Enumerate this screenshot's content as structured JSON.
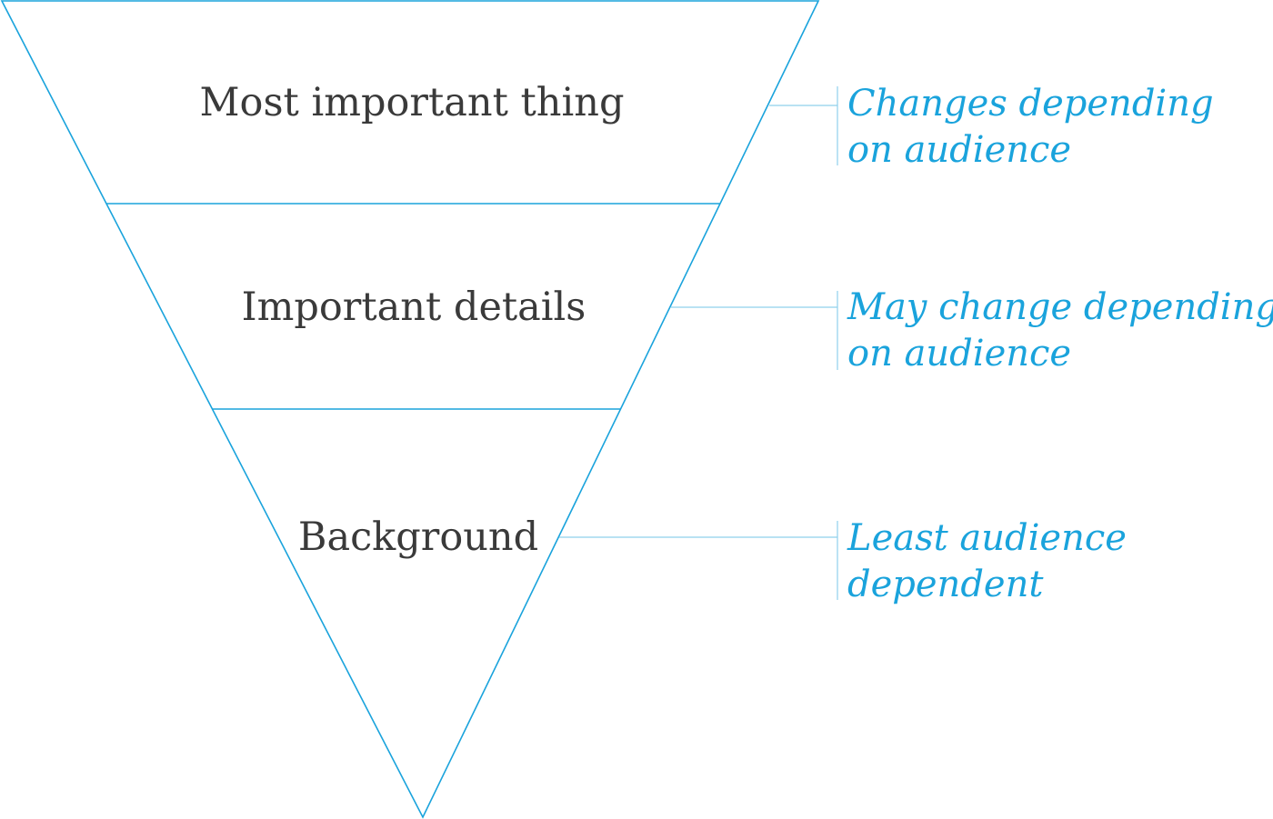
{
  "colors": {
    "accent": "#1aa3dc",
    "accent_light": "#8fd0ec",
    "text": "#3a3a3a",
    "background": "#ffffff"
  },
  "tiers": [
    {
      "label": "Most important thing",
      "note": [
        "Changes depending",
        "on audience"
      ]
    },
    {
      "label": "Important details",
      "note": [
        "May change depending",
        "on audience"
      ]
    },
    {
      "label": "Background",
      "note": [
        "Least audience",
        "dependent"
      ]
    }
  ]
}
